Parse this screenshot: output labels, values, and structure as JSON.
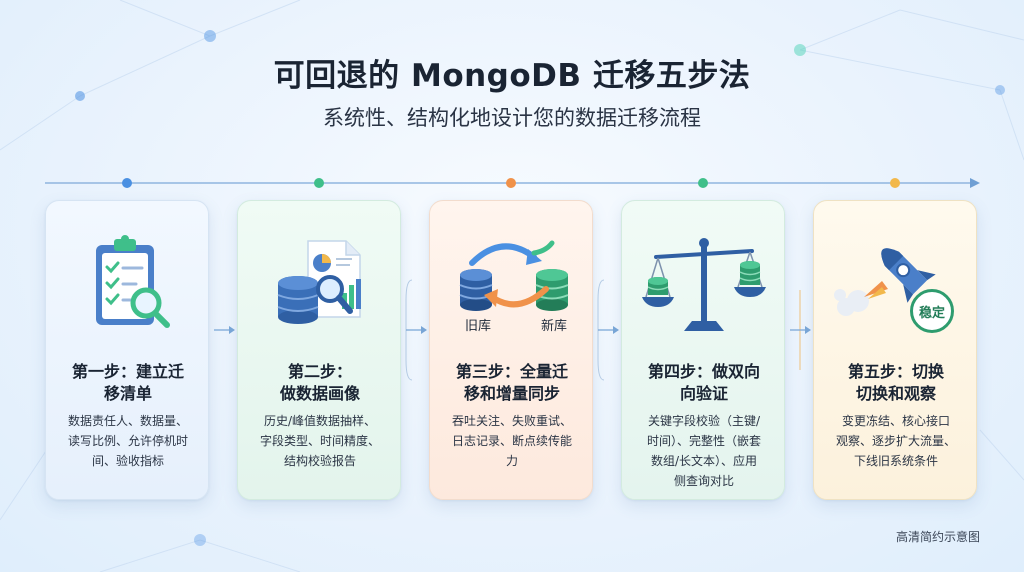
{
  "header": {
    "title": "可回退的 MongoDB 迁移五步法",
    "subtitle": "系统性、结构化地设计您的数据迁移流程"
  },
  "timeline": {
    "dot_colors": [
      "#4a90e2",
      "#3fbf8a",
      "#f0924a",
      "#3fbf8a",
      "#f2b84b"
    ]
  },
  "steps": [
    {
      "title_line1": "第一步：建立迁",
      "title_line2": "移清单",
      "desc_lines": [
        "数据责任人、数据量、",
        "读写比例、允许停机时",
        "间、验收指标"
      ],
      "icon": "clipboard-checklist-icon"
    },
    {
      "title_line1": "第二步：",
      "title_line2": "做数据画像",
      "desc_lines": [
        "历史/峰值数据抽样、",
        "字段类型、时间精度、",
        "结构校验报告"
      ],
      "icon": "database-analysis-icon"
    },
    {
      "title_line1": "第三步：全量迁",
      "title_line2": "移和增量同步",
      "desc_lines": [
        "吞吐关注、失败重试、",
        "日志记录、断点续传能",
        "力"
      ],
      "icon": "database-sync-icon",
      "old_db_label": "旧库",
      "new_db_label": "新库"
    },
    {
      "title_line1": "第四步：做双向",
      "title_line2": "向验证",
      "desc_lines": [
        "关键字段校验（主键/",
        "时间）、完整性（嵌套",
        "数组/长文本）、应用",
        "侧查询对比"
      ],
      "icon": "balance-scale-icon"
    },
    {
      "title_line1": "第五步：切换",
      "title_line2": "切换和观察",
      "desc_lines": [
        "变更冻结、核心接口",
        "观察、逐步扩大流量、",
        "下线旧系统条件"
      ],
      "icon": "rocket-icon",
      "badge": "稳定"
    }
  ],
  "footer": {
    "note": "高清简约示意图"
  }
}
